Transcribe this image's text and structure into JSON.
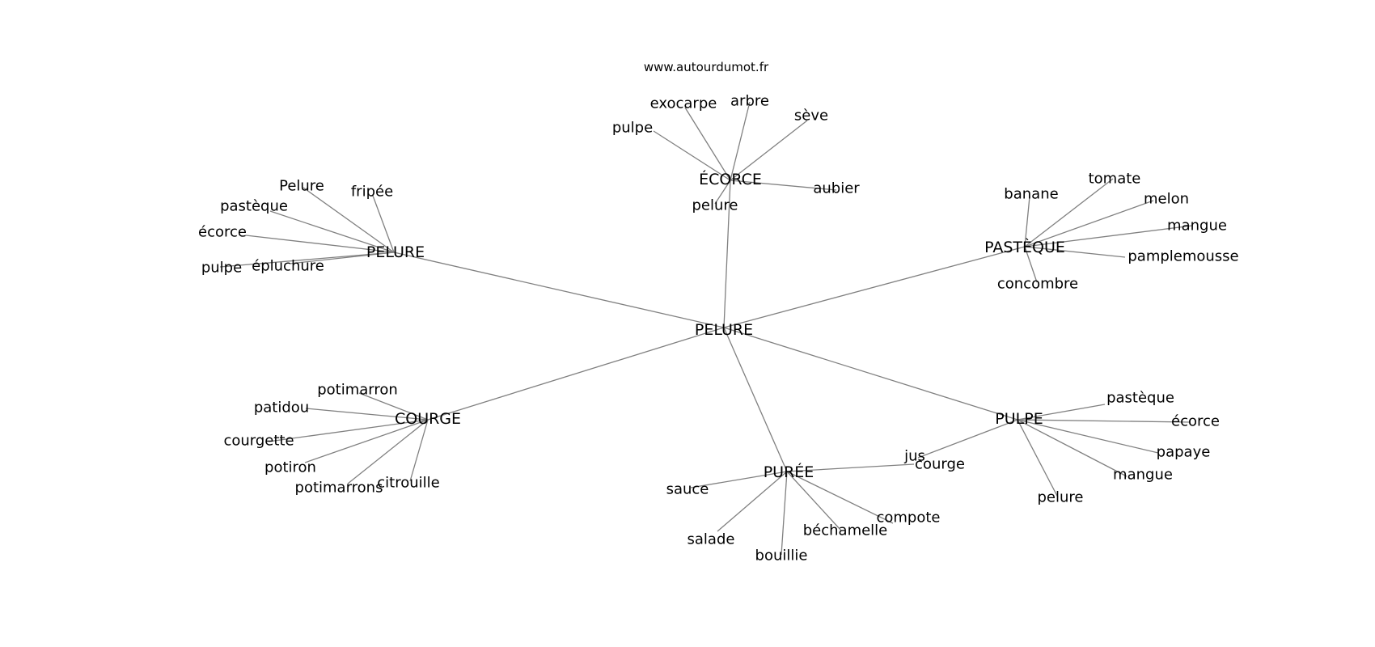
{
  "source": "www.autourdumot.fr",
  "colors": {
    "edge": "#808080",
    "text": "#000000",
    "background": "#ffffff"
  },
  "graph": {
    "center": "PELURE",
    "clusters": [
      {
        "hub": "ÉCORCE",
        "words": [
          "pulpe",
          "exocarpe",
          "arbre",
          "sève",
          "aubier",
          "pelure"
        ]
      },
      {
        "hub": "PELURE",
        "words": [
          "Pelure",
          "fripée",
          "pastèque",
          "écorce",
          "pulpe",
          "épluchure"
        ]
      },
      {
        "hub": "PASTÈQUE",
        "words": [
          "banane",
          "tomate",
          "melon",
          "mangue",
          "pamplemousse",
          "concombre"
        ]
      },
      {
        "hub": "COURGE",
        "words": [
          "potimarron",
          "patidou",
          "courgette",
          "potiron",
          "potimarrons",
          "citrouille"
        ]
      },
      {
        "hub": "PURÉE",
        "words": [
          "courge",
          "sauce",
          "salade",
          "bouillie",
          "béchamelle",
          "compote"
        ]
      },
      {
        "hub": "PULPE",
        "words": [
          "pastèque",
          "écorce",
          "papaye",
          "mangue",
          "pelure",
          "jus"
        ]
      }
    ]
  }
}
